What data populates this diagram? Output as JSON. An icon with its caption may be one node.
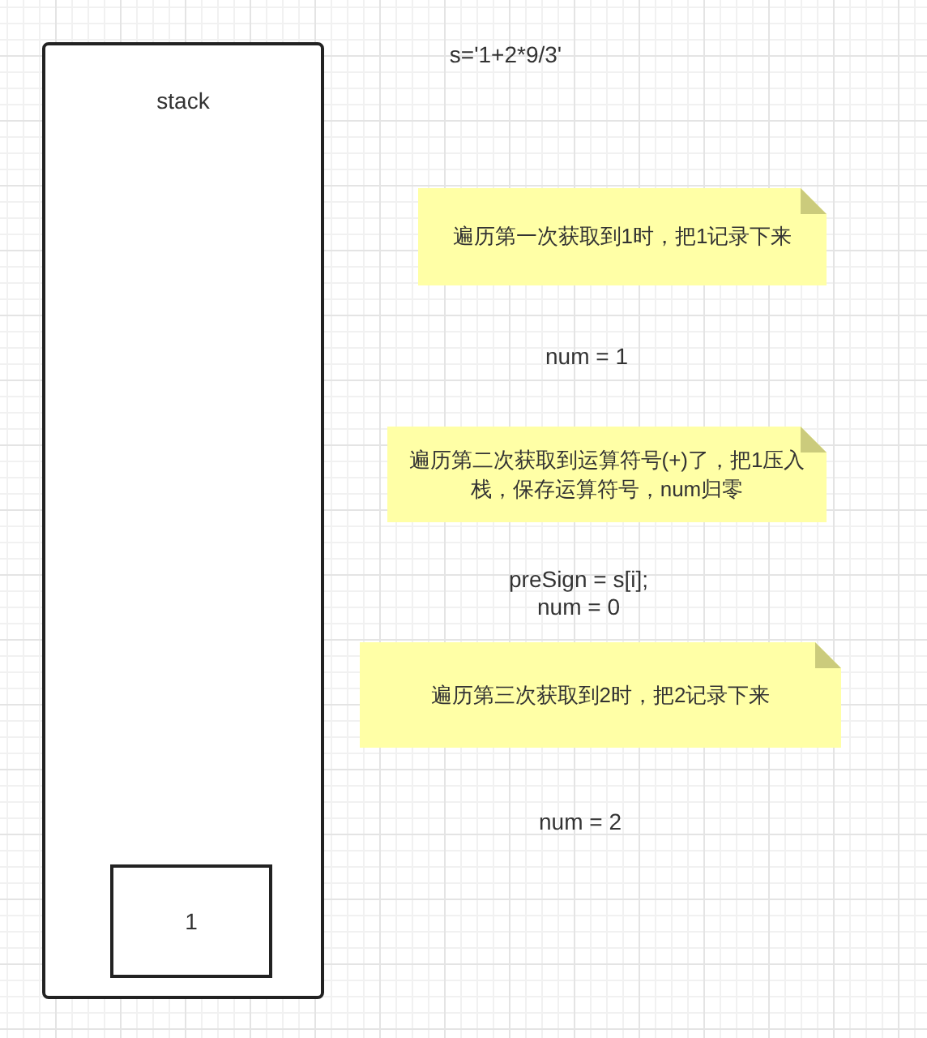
{
  "diagram": {
    "nodes": [
      {
        "text": [
          "stack"
        ]
      },
      {
        "text": [
          "1"
        ],
        "in": 0
      },
      {
        "text": [
          "遍历第一次获取到1时，把1记录下来"
        ]
      },
      {
        "text": [
          "遍历第二次获取到运算符号(+)了，把1压入栈，保存运算符号，num归零"
        ]
      },
      {
        "text": [
          "遍历第三次获取到2时，把2记录下来"
        ]
      }
    ],
    "labels": [
      "s='1+2*9/3'",
      "num = 1",
      "preSign = s[i]; num = 0",
      "num = 2"
    ]
  }
}
